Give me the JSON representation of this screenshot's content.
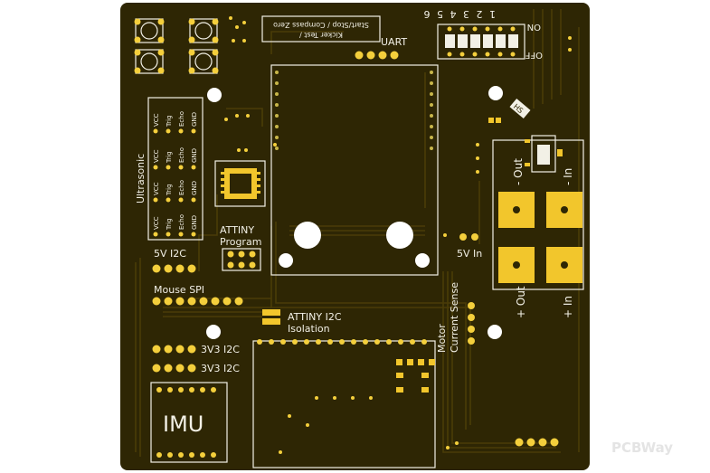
{
  "board": {
    "watermark": "PCBWay",
    "colors": {
      "background": "#ffffff",
      "substrate": "#2e2604",
      "copper_pad": "#f4cf3c",
      "silkscreen": "#f2f0e6",
      "trace": "#4a3c08"
    }
  },
  "dip_switch": {
    "numbers": "1 2 3 4 5 6",
    "on_label": "ON",
    "off_label": "OFF"
  },
  "kicker_note": {
    "line1": "Kicker Test /",
    "line2": "Start/Stop / Compass Zero"
  },
  "labels": {
    "uart": "UART",
    "ultrasonic": "Ultrasonic",
    "attiny_program_1": "ATTINY",
    "attiny_program_2": "Program",
    "five_v_i2c": "5V I2C",
    "mouse_spi": "Mouse SPI",
    "attiny_i2c_1": "ATTINY I2C",
    "attiny_i2c_2": "Isolation",
    "three_v3_i2c_a": "3V3 I2C",
    "three_v3_i2c_b": "3V3 I2C",
    "imu": "IMU",
    "five_v_in": "5V In",
    "motor_current_sense_1": "Motor",
    "motor_current_sense_2": "Current Sense",
    "minus_out": "- Out",
    "minus_in": "- In",
    "plus_out": "+ Out",
    "plus_in": "+ In",
    "hs_label": "HS"
  },
  "ultrasonic_pins": [
    {
      "vcc": "VCC",
      "trig": "Trig",
      "echo": "Echo",
      "gnd": "GND"
    },
    {
      "vcc": "VCC",
      "trig": "Trig",
      "echo": "Echo",
      "gnd": "GND"
    },
    {
      "vcc": "VCC",
      "trig": "Trig",
      "echo": "Echo",
      "gnd": "GND"
    },
    {
      "vcc": "VCC",
      "trig": "Trig",
      "echo": "Echo",
      "gnd": "GND"
    }
  ]
}
